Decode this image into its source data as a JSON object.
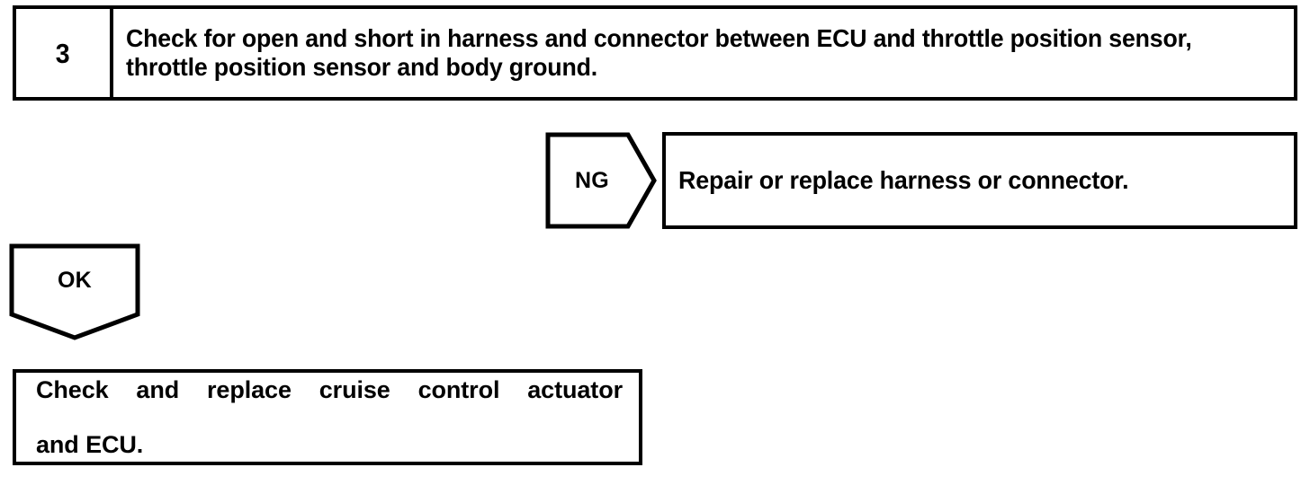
{
  "document": {
    "type": "troubleshooting-flowchart",
    "colors": {
      "ink": "#000000",
      "paper": "#ffffff"
    }
  },
  "step": {
    "number": "3",
    "instruction": "Check for open and short in harness and connector between ECU and throttle position sensor, throttle position sensor and body ground.",
    "instruction_line1": "Check for open and short in harness and connector between ECU and throttle",
    "instruction_line2": "position sensor, throttle position sensor and body ground."
  },
  "branches": {
    "ng": {
      "label": "NG",
      "result_text": "Repair or replace harness or connector."
    },
    "ok": {
      "label": "OK",
      "result_line1": "Check and replace cruise control actuator",
      "result_line2": "and ECU.",
      "result_text": "Check and replace cruise control actuator and ECU."
    }
  }
}
